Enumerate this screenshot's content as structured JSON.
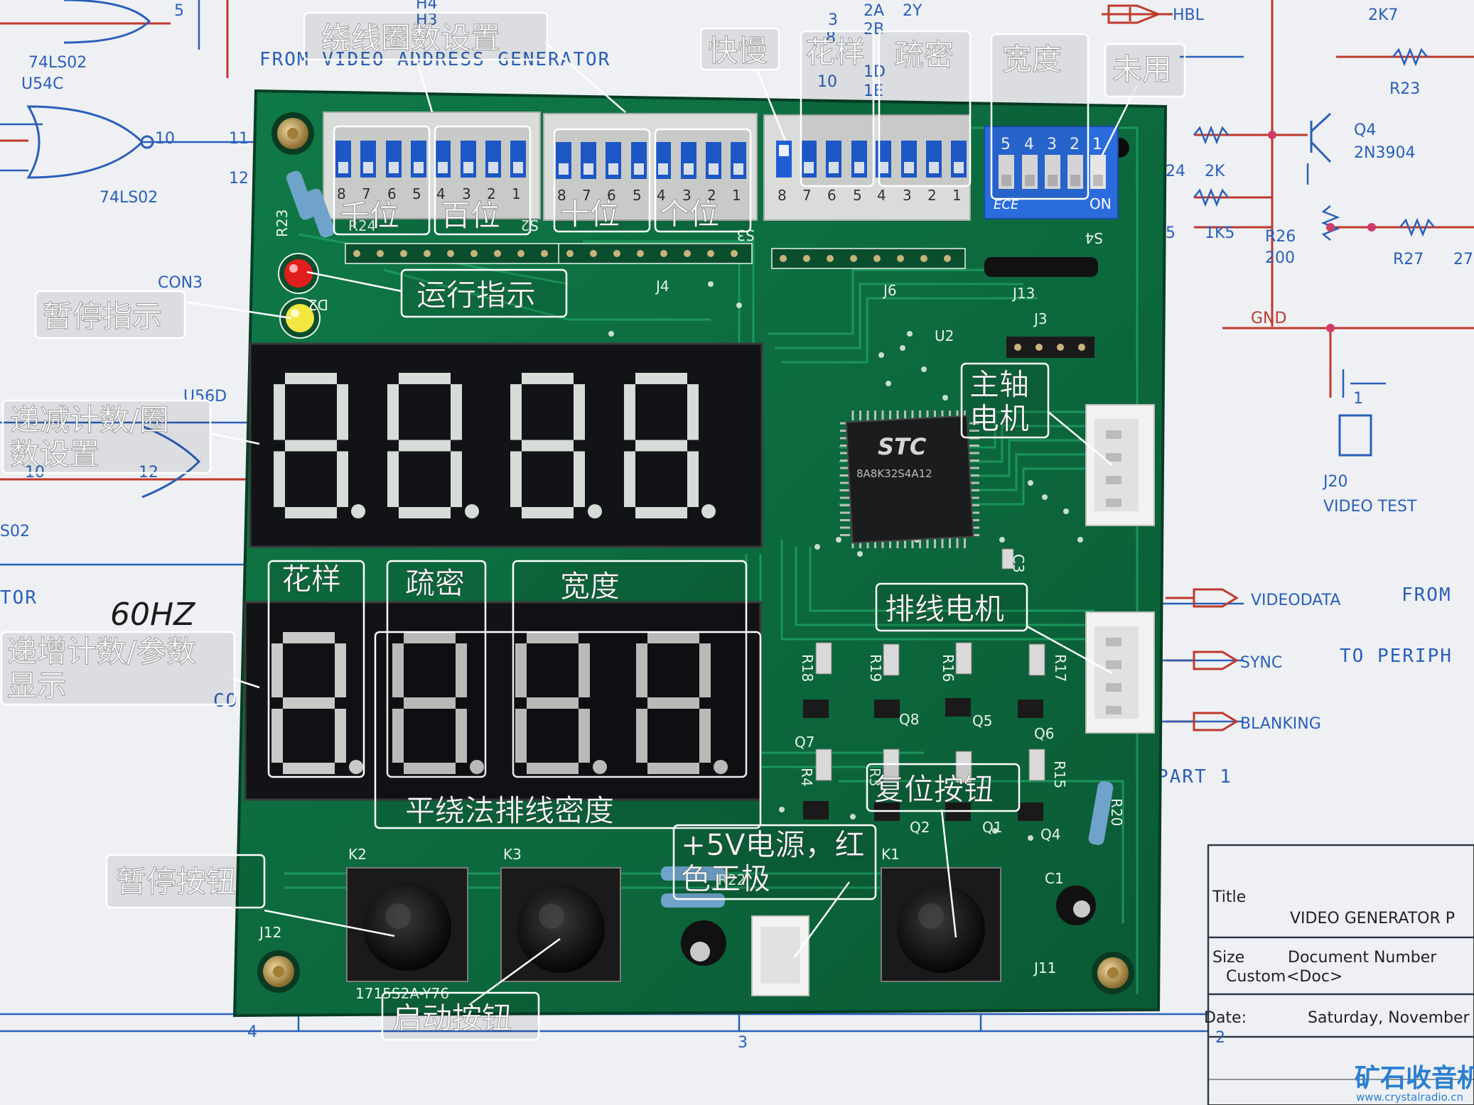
{
  "callouts": {
    "turns_setting": "绕线圈数设置",
    "fast_slow": "快慢",
    "pattern_top": "花样",
    "density_top": "疏密",
    "width_top": "宽度",
    "unused": "未用",
    "thousands": "千位",
    "hundreds": "百位",
    "tens": "十位",
    "ones": "个位",
    "run_indicator": "运行指示",
    "pause_indicator": "暂停指示",
    "decrement_display": [
      "递减计数/圈",
      "数设置"
    ],
    "increment_display": [
      "递增计数/参数",
      "显示"
    ],
    "pattern_bottom": "花样",
    "density_bottom": "疏密",
    "width_bottom": "宽度",
    "flat_wind_density": "平绕法排线密度",
    "spindle_motor": [
      "主轴",
      "电机"
    ],
    "traverse_motor": "排线电机",
    "reset_button": "复位按钮",
    "power_5v": [
      "+5V电源，红",
      "色正极"
    ],
    "pause_button": "暂停按钮",
    "start_button": "启动按钮"
  },
  "schematic": {
    "chip1": "74LS02",
    "chip2": "U54C",
    "chip3": "74LS02",
    "chip4": "U56D",
    "chip5": "S02",
    "con": "CON3",
    "pin5": "5",
    "pin10": "10",
    "pin11": "11",
    "pin12": "12",
    "pin10b": "10",
    "pin12b": "12",
    "h4": "H4",
    "h3": "H3",
    "n3": "3",
    "n8": "8",
    "n10": "10",
    "a2a": "2A",
    "a2y": "2Y",
    "a2b": "2B",
    "a1d": "1D",
    "a1e": "1E",
    "hbl": "HBL",
    "from_video": "FROM  VIDEO  ADDRESS  GENERATOR",
    "r2k7": "2K7",
    "r23": "R23",
    "q4": "Q4",
    "q4part": "2N3904",
    "r24": "24",
    "r2k": "2K",
    "r25": "5",
    "r1k5": "1K5",
    "r26": "R26",
    "r26v": "200",
    "r27": "R27",
    "r27v": "27",
    "gnd": "GND",
    "j20": "J20",
    "video_test": "VIDEO TEST",
    "n1": "1",
    "videodata": "VIDEODATA",
    "sync": "SYNC",
    "blanking": "BLANKING",
    "from2": "FROM",
    "to_periph": "TO  PERIPH",
    "part1": "PART  1",
    "tor": "TOR",
    "co": "CO",
    "hand": "60HZ",
    "tb_title_lbl": "Title",
    "tb_title": "VIDEO GENERATOR P",
    "tb_size_lbl": "Size",
    "tb_size": "Custom",
    "tb_docnum_lbl": "Document Number",
    "tb_doc": "<Doc>",
    "tb_date_lbl": "Date:",
    "tb_date": "Saturday, November",
    "bot4": "4",
    "bot3": "3",
    "bot2": "2"
  },
  "pcb": {
    "r23": "R23",
    "r24": "R24",
    "s2": "S2",
    "s3": "S3",
    "s4": "S4",
    "j4": "J4",
    "j6": "J6",
    "j13": "J13",
    "j3": "J3",
    "u2": "U2",
    "d2": "D2",
    "c3": "C3",
    "r18": "R18",
    "r19": "R19",
    "r16": "R16",
    "r17": "R17",
    "q8": "Q8",
    "q5": "Q5",
    "q6": "Q6",
    "q7": "Q7",
    "r4": "R4",
    "r3": "R3",
    "r15": "R15",
    "q2": "Q2",
    "q1": "Q1",
    "q4": "Q4",
    "r20": "R20",
    "c1": "C1",
    "k1": "K1",
    "k2": "K2",
    "k3": "K3",
    "r22": "R22",
    "j11": "J11",
    "j12": "J12",
    "chip_brand": "STC",
    "chip_part": "8A8K32S4A12",
    "board_code": "1715S2A-Y76",
    "dip_on": "ON",
    "dip_brand": "ECE",
    "dip_blue_nums": [
      "5",
      "4",
      "3",
      "2",
      "1"
    ],
    "dip_nums": [
      "8",
      "7",
      "6",
      "5",
      "4",
      "3",
      "2",
      "1"
    ]
  },
  "watermark": {
    "name": "矿石收音机",
    "url": "www.crystalradio.cn"
  },
  "colors": {
    "pcb": "#0d6a3e",
    "pcb_dark": "#07452a",
    "dip_blue": "#1f5fd6",
    "schematic_line": "#2a5fb8",
    "schematic_red": "#c0392b",
    "led_red": "#e21d1d",
    "led_yellow": "#f2e640",
    "segment": "#d8dcd8",
    "display_bg": "#111316"
  }
}
